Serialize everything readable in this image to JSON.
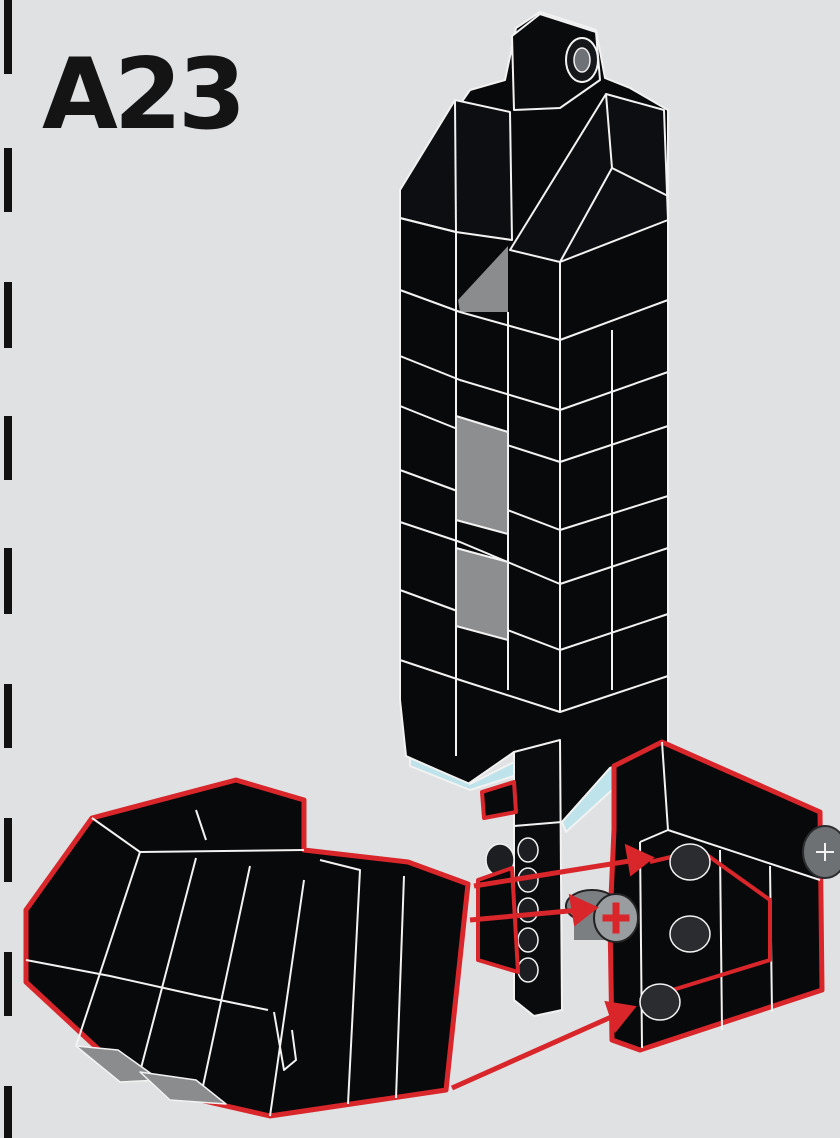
{
  "step": {
    "label": "A23"
  },
  "diagram": {
    "parts": [
      "tower-assembly",
      "foot-block-left",
      "connector-block-right",
      "axle-pin-red"
    ],
    "colors": {
      "background": "#dfe1e3",
      "brick": "#08090b",
      "edge": "#f2f2f2",
      "highlight": "#d8262b",
      "gray": "#8a8c8e",
      "pale": "#bfe3ea"
    },
    "arrows": 3
  },
  "margin": {
    "icon": "dashed-cut-line"
  }
}
